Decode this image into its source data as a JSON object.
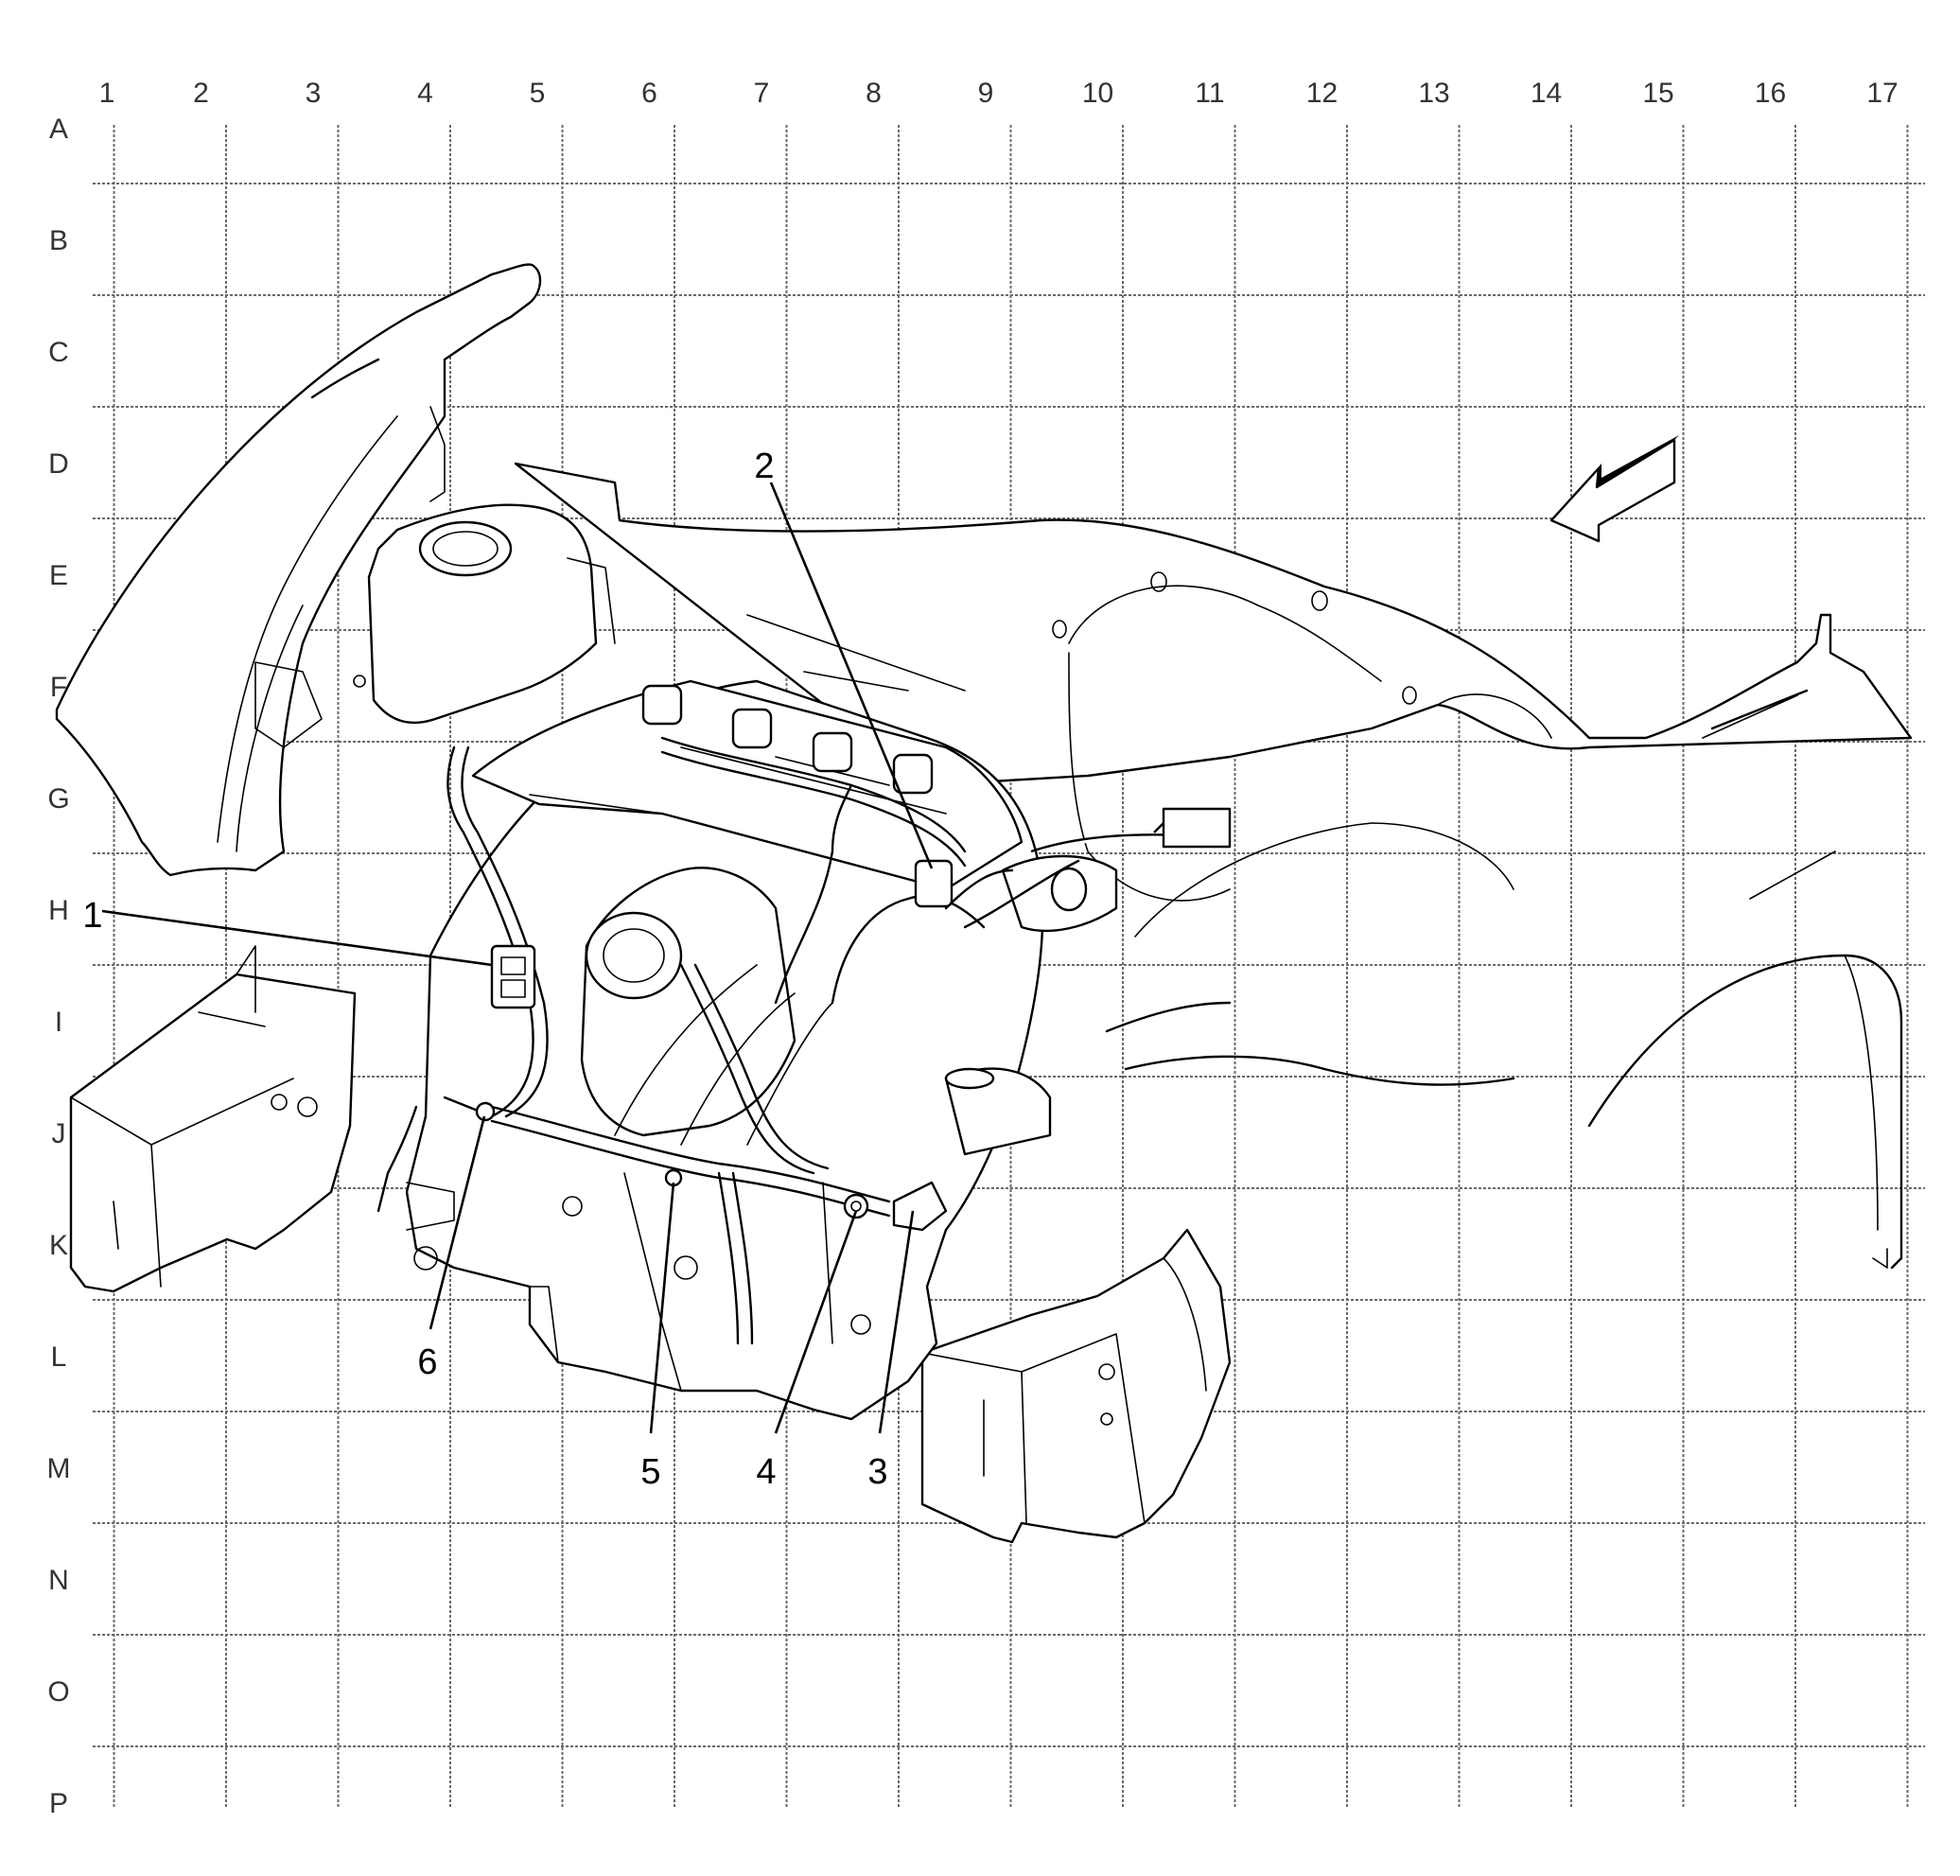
{
  "grid": {
    "columns": [
      "1",
      "2",
      "3",
      "4",
      "5",
      "6",
      "7",
      "8",
      "9",
      "10",
      "11",
      "12",
      "13",
      "14",
      "15",
      "16",
      "17"
    ],
    "rows": [
      "A",
      "B",
      "C",
      "D",
      "E",
      "F",
      "G",
      "H",
      "I",
      "J",
      "K",
      "L",
      "M",
      "N",
      "O",
      "P"
    ]
  },
  "callouts": [
    {
      "number": "1",
      "name": "callout-1"
    },
    {
      "number": "2",
      "name": "callout-2"
    },
    {
      "number": "3",
      "name": "callout-3"
    },
    {
      "number": "4",
      "name": "callout-4"
    },
    {
      "number": "5",
      "name": "callout-5"
    },
    {
      "number": "6",
      "name": "callout-6"
    }
  ],
  "orientation_arrow": "direction-arrow-icon",
  "colors": {
    "line": "#000000",
    "grid": "#6a6a6a",
    "background": "#ffffff"
  }
}
